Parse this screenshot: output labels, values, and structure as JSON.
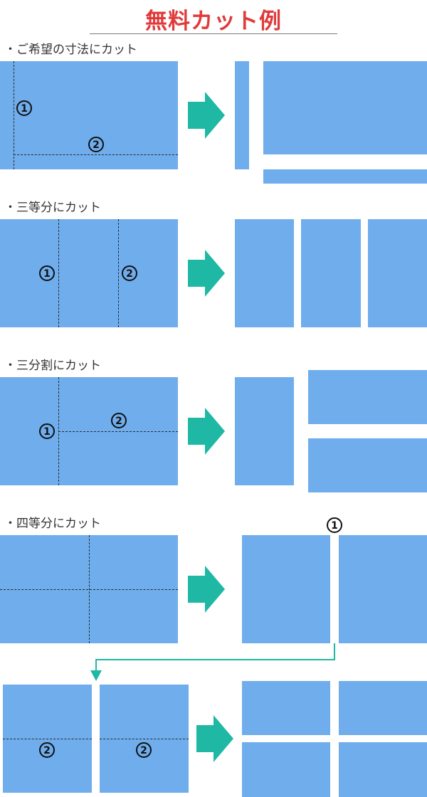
{
  "title": "無料カット例",
  "markers": {
    "one": "1",
    "two": "2"
  },
  "sections": [
    {
      "heading": "・ご希望の寸法にカット"
    },
    {
      "heading": "・三等分にカット"
    },
    {
      "heading": "・三分割にカット"
    },
    {
      "heading": "・四等分にカット"
    }
  ],
  "colors": {
    "title": "#e03a3a",
    "panel": "#6fadec",
    "arrow": "#1eb8a4",
    "dash": "#2a2a2a"
  }
}
